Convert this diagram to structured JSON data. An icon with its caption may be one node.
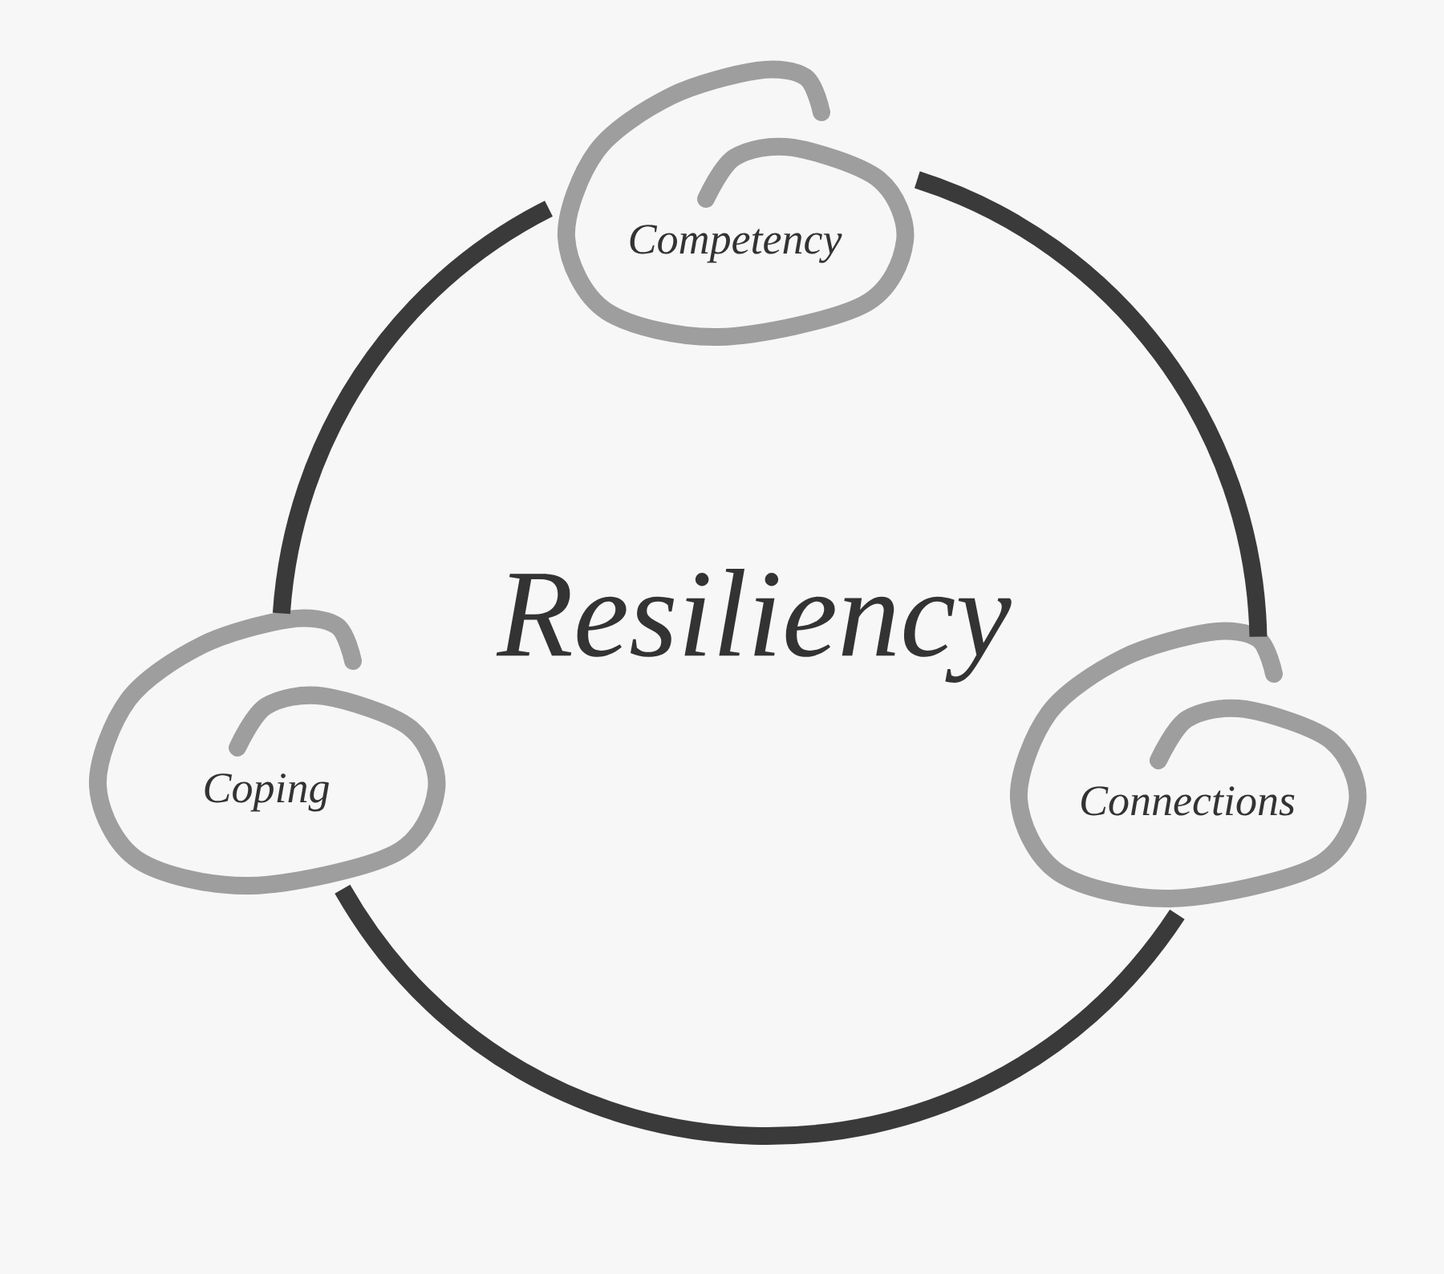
{
  "diagram": {
    "nodes": [
      {
        "text": [
          "Competency"
        ]
      },
      {
        "text": [
          "Coping"
        ]
      },
      {
        "text": [
          "Connections"
        ]
      }
    ],
    "edges": [
      {
        "from": 0,
        "to": 2,
        "arrow": "none"
      },
      {
        "from": 2,
        "to": 1,
        "arrow": "none"
      },
      {
        "from": 1,
        "to": 0,
        "arrow": "none"
      }
    ],
    "labels": [
      "Resiliency"
    ]
  }
}
